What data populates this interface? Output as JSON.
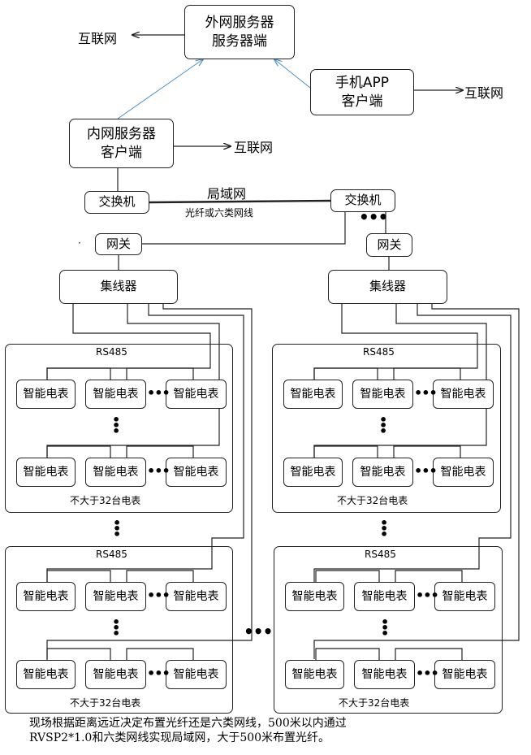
{
  "nodes": {
    "external_server": "外网服务器\n服务器端",
    "mobile_app": "手机APP\n客户端",
    "internal_server": "内网服务器\n客户端",
    "switch_left": "交换机",
    "switch_right": "交换机",
    "gateway_left": "网关",
    "gateway_right": "网关",
    "hub_left": "集线器",
    "hub_right": "集线器"
  },
  "labels": {
    "internet_ext": "互联网",
    "internet_app": "互联网",
    "internet_int": "互联网",
    "lan": "局域网",
    "cable": "光纤或六类网线"
  },
  "panel_text": {
    "bus": "RS485",
    "meter": "智能电表",
    "limit": "不大于32台电表"
  },
  "footer": {
    "line1": "现场根据距离远近决定布置光纤还是六类网线，500米以内通过",
    "line2": "RVSP2*1.0和六类网线实现局域网，大于500米布置光纤。"
  },
  "colors": {
    "arrow_blue": "#4a90c8",
    "line": "#222222"
  }
}
